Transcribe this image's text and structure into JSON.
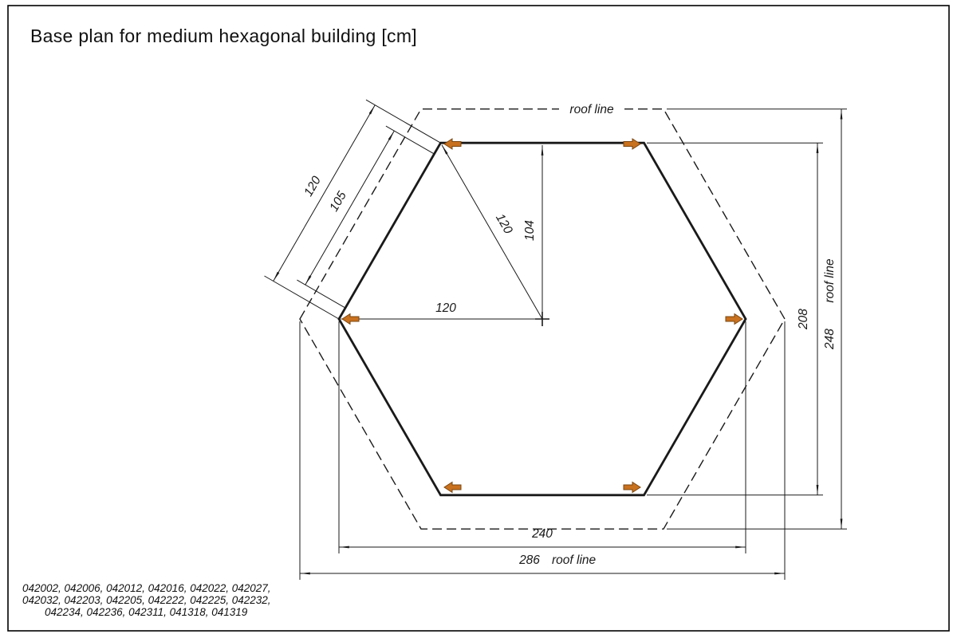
{
  "page": {
    "title": "Base plan for medium hexagonal building [cm]"
  },
  "dimensions": {
    "edge_outer": "120",
    "edge_inner": "105",
    "radius_to_corner": "120",
    "center_to_top_edge": "104",
    "center_to_left_corner": "120",
    "overall_width": "240",
    "roof_overall_width": "286",
    "wall_height": "208",
    "roof_height": "248"
  },
  "labels": {
    "roof_line_top": "roof line",
    "roof_line_bottom": "roof line",
    "roof_line_right": "roof line"
  },
  "product_codes": {
    "line1": "042002, 042006, 042012, 042016, 042022, 042027,",
    "line2": "042032, 042203, 042205, 042222, 042225, 042232,",
    "line3": "042234, 042236, 042311, 041318, 041319"
  },
  "colors": {
    "line_color": "#1a1a1a",
    "post_marker_fill": "#c8711f",
    "post_marker_outline": "#7a450f"
  }
}
